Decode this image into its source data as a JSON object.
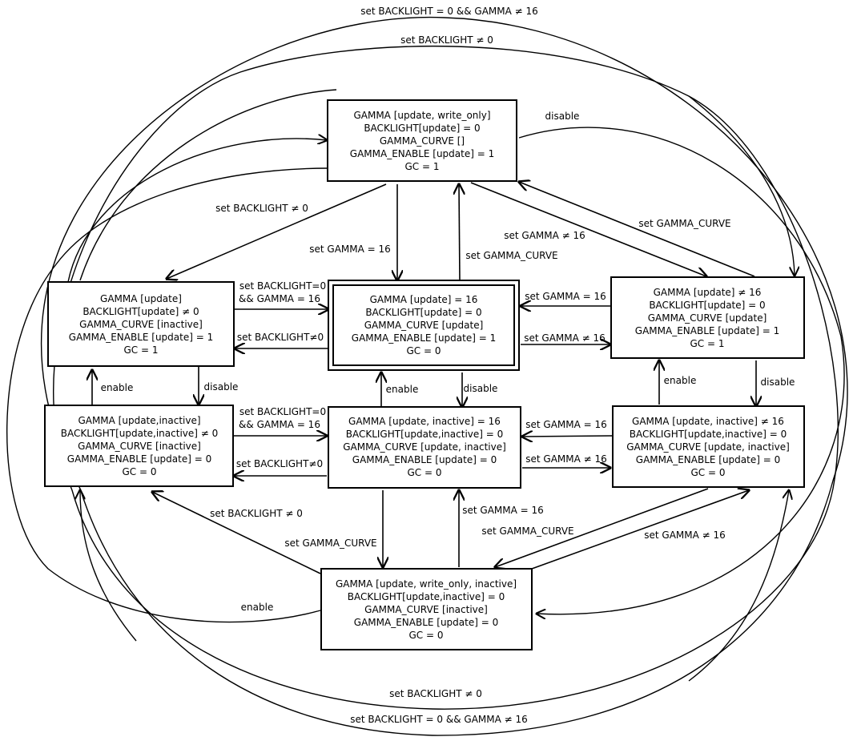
{
  "states": [
    {
      "id": "s_top",
      "lines": [
        "GAMMA [update, write_only]",
        "BACKLIGHT[update] = 0",
        "GAMMA_CURVE []",
        "GAMMA_ENABLE [update] = 1",
        "GC = 1"
      ]
    },
    {
      "id": "s_ml",
      "lines": [
        "GAMMA [update]",
        "BACKLIGHT[update]  ≠ 0",
        "GAMMA_CURVE [inactive]",
        "GAMMA_ENABLE [update] = 1",
        "GC = 1"
      ]
    },
    {
      "id": "s_mc",
      "lines": [
        "GAMMA [update] = 16",
        "BACKLIGHT[update] = 0",
        "GAMMA_CURVE [update]",
        "GAMMA_ENABLE [update] = 1",
        "GC = 0"
      ]
    },
    {
      "id": "s_mr",
      "lines": [
        "GAMMA [update] ≠ 16",
        "BACKLIGHT[update] = 0",
        "GAMMA_CURVE [update]",
        "GAMMA_ENABLE [update] = 1",
        "GC = 1"
      ]
    },
    {
      "id": "s_ll",
      "lines": [
        "GAMMA [update,inactive]",
        "BACKLIGHT[update,inactive] ≠ 0",
        "GAMMA_CURVE [inactive]",
        "GAMMA_ENABLE [update] = 0",
        "GC = 0"
      ]
    },
    {
      "id": "s_lc",
      "lines": [
        "GAMMA [update, inactive] = 16",
        "BACKLIGHT[update,inactive] = 0",
        "GAMMA_CURVE [update, inactive]",
        "GAMMA_ENABLE [update] = 0",
        "GC = 0"
      ]
    },
    {
      "id": "s_lr",
      "lines": [
        "GAMMA [update, inactive] ≠ 16",
        "BACKLIGHT[update,inactive] = 0",
        "GAMMA_CURVE [update, inactive]",
        "GAMMA_ENABLE [update] = 0",
        "GC = 0"
      ]
    },
    {
      "id": "s_bot",
      "lines": [
        "GAMMA [update, write_only, inactive]",
        "BACKLIGHT[update,inactive] = 0",
        "GAMMA_CURVE [inactive]",
        "GAMMA_ENABLE [update] = 0",
        "GC = 0"
      ]
    }
  ],
  "labels": {
    "outer_top": "set BACKLIGHT = 0 && GAMMA ≠ 16",
    "outer_top2": "set BACKLIGHT ≠ 0",
    "disable_top": "disable",
    "top_to_ml": "set BACKLIGHT ≠ 0",
    "top_to_mc": "set GAMMA = 16",
    "mc_to_top": "set GAMMA_CURVE",
    "top_to_mr": "set GAMMA ≠ 16",
    "mr_to_top": "set GAMMA_CURVE",
    "ml_to_mc_1": "set BACKLIGHT=0",
    "ml_to_mc_2": "&& GAMMA = 16",
    "mc_to_ml": "set BACKLIGHT≠0",
    "mr_to_mc": "set GAMMA = 16",
    "mc_to_mr": "set GAMMA ≠ 16",
    "enable_left": "enable",
    "disable_left": "disable",
    "enable_center": "enable",
    "disable_center": "disable",
    "enable_right": "enable",
    "disable_right": "disable",
    "ll_to_lc_1": "set BACKLIGHT=0",
    "ll_to_lc_2": "&& GAMMA = 16",
    "lc_to_ll": "set BACKLIGHT≠0",
    "lr_to_lc": "set GAMMA = 16",
    "lc_to_lr": "set GAMMA ≠ 16",
    "bot_to_ll": "set BACKLIGHT ≠ 0",
    "lc_to_bot": "set GAMMA_CURVE",
    "bot_to_lc": "set GAMMA = 16",
    "lr_to_bot": "set GAMMA_CURVE",
    "bot_to_lr": "set GAMMA ≠ 16",
    "enable_bottom": "enable",
    "outer_bottom": "set BACKLIGHT ≠ 0",
    "outer_bottom2": "set BACKLIGHT = 0 && GAMMA ≠ 16"
  }
}
